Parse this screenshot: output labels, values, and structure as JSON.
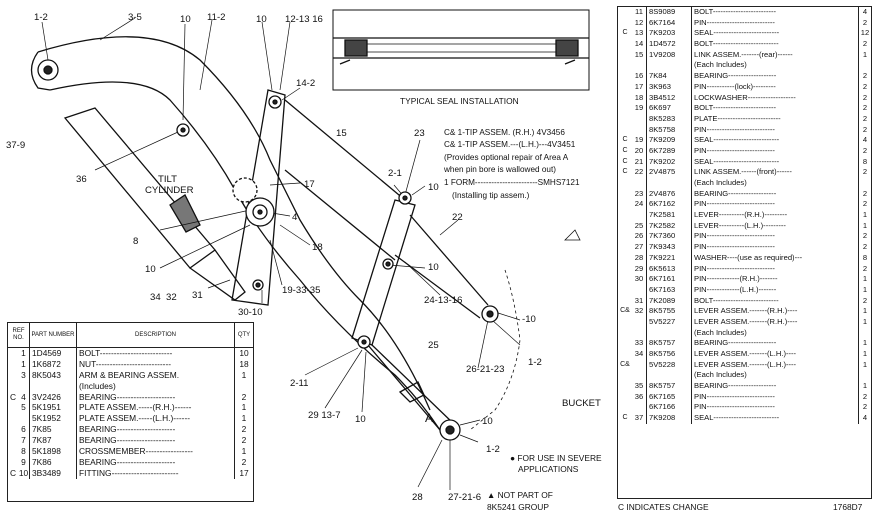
{
  "seal_caption": "TYPICAL SEAL INSTALLATION",
  "side_labels": {
    "tilt_cylinder_1": "TILT",
    "tilt_cylinder_2": "CYLINDER",
    "bucket": "BUCKET",
    "pin_letter": "A"
  },
  "callouts": {
    "c1_2_top": "1-2",
    "c3_5": "3-5",
    "c10_a": "10",
    "c11_2": "11-2",
    "c10_b": "10",
    "c12_13_16": "12-13 16",
    "c14_2": "14-2",
    "c37_9": "37-9",
    "c36": "36",
    "c15": "15",
    "c17": "17",
    "c8": "8",
    "c4": "4",
    "c18": "18",
    "c10_c": "10",
    "c34": "34",
    "c32": "32",
    "c31": "31",
    "c19_33_35": "19-33-35",
    "c30_10": "30-10",
    "c2_1": "2-1",
    "c23": "23",
    "c10_d": "10",
    "c22": "22",
    "c10_e": "10",
    "c24_13_16": "24-13-16",
    "c10_f": "-10",
    "c1_2_mid": "1-2",
    "c26_21_23": "26-21-23",
    "c25": "25",
    "c2_11": "2-11",
    "c29_13_7": "29 13-7",
    "c10_g": "10",
    "c10_h": "10",
    "c1_2_low": "1-2",
    "c28": "28",
    "c27_21_6": "27-21-6"
  },
  "tip_note": {
    "line1": "C& 1-TIP ASSEM.   (R.H.)    4V3456",
    "line2": "C& 1-TIP ASSEM.---(L.H.)---4V3451",
    "line3": "(Provides optional repair of Area A",
    "line4": "when pin bore is wallowed out)",
    "line5": "1 FORM-----------------------SMHS7121",
    "line6": "(Installing tip assem.)"
  },
  "foot_notes": {
    "severe1": "● FOR USE IN SEVERE",
    "severe2": "APPLICATIONS",
    "notpart1": "▲ NOT PART OF",
    "notpart2": "8K5241 GROUP",
    "change": "C INDICATES CHANGE",
    "sheet": "1768D7"
  },
  "left_table": {
    "headers": {
      "no": "REF NO.",
      "part": "PART NUMBER",
      "desc": "DESCRIPTION",
      "qty": "QTY"
    },
    "rows": [
      {
        "flag": "",
        "no": "1",
        "part": "1D4569",
        "desc": "BOLT--------------------------",
        "qty": "10"
      },
      {
        "flag": "",
        "no": "1",
        "part": "1K6872",
        "desc": "NUT---------------------------",
        "qty": "18"
      },
      {
        "flag": "",
        "no": "3",
        "part": "8K5043",
        "desc": "ARM & BEARING ASSEM.",
        "qty": "1"
      },
      {
        "flag": "",
        "no": "",
        "part": "",
        "desc": "(Includes)",
        "qty": ""
      },
      {
        "flag": "C",
        "no": "4",
        "part": "3V2426",
        "desc": "BEARING---------------------",
        "qty": "2"
      },
      {
        "flag": "",
        "no": "5",
        "part": "5K1951",
        "desc": "PLATE ASSEM.-----(R.H.)------",
        "qty": "1"
      },
      {
        "flag": "",
        "no": "",
        "part": "5K1952",
        "desc": "PLATE ASSEM.-----(L.H.)------",
        "qty": "1"
      },
      {
        "flag": "",
        "no": "6",
        "part": "7K85",
        "desc": "BEARING---------------------",
        "qty": "2"
      },
      {
        "flag": "",
        "no": "7",
        "part": "7K87",
        "desc": "BEARING---------------------",
        "qty": "2"
      },
      {
        "flag": "",
        "no": "8",
        "part": "5K1898",
        "desc": "CROSSMEMBER-----------------",
        "qty": "1"
      },
      {
        "flag": "",
        "no": "9",
        "part": "7K86",
        "desc": "BEARING---------------------",
        "qty": "2"
      },
      {
        "flag": "C",
        "no": "10",
        "part": "3B3489",
        "desc": "FITTING------------------------",
        "qty": "17"
      }
    ]
  },
  "right_table": {
    "rows": [
      {
        "flag": "",
        "no": "11",
        "part": "8S9089",
        "desc": "BOLT-------------------------",
        "qty": "4"
      },
      {
        "flag": "",
        "no": "12",
        "part": "6K7164",
        "desc": "PIN---------------------------",
        "qty": "2"
      },
      {
        "flag": "C",
        "no": "13",
        "part": "7K9203",
        "desc": "SEAL--------------------------",
        "qty": "12"
      },
      {
        "flag": "",
        "no": "14",
        "part": "1D4572",
        "desc": "BOLT--------------------------",
        "qty": "2"
      },
      {
        "flag": "",
        "no": "15",
        "part": "1V9208",
        "desc": "LINK ASSEM.-------(rear)------",
        "qty": "1"
      },
      {
        "flag": "",
        "no": "",
        "part": "",
        "desc": "(Each Includes)",
        "qty": ""
      },
      {
        "flag": "",
        "no": "16",
        "part": "7K84",
        "desc": "BEARING-------------------",
        "qty": "2"
      },
      {
        "flag": "",
        "no": "17",
        "part": "3K963",
        "desc": "PIN-----------(lock)---------",
        "qty": "2"
      },
      {
        "flag": "",
        "no": "18",
        "part": "3B4512",
        "desc": "LOCKWASHER-------------------",
        "qty": "2"
      },
      {
        "flag": "",
        "no": "19",
        "part": "6K697",
        "desc": "BOLT-------------------------",
        "qty": "2"
      },
      {
        "flag": "",
        "no": "",
        "part": "8K5283",
        "desc": "PLATE-------------------------",
        "qty": "2"
      },
      {
        "flag": "",
        "no": "",
        "part": "8K5758",
        "desc": "PIN---------------------------",
        "qty": "2"
      },
      {
        "flag": "C",
        "no": "19",
        "part": "7K9209",
        "desc": "SEAL--------------------------",
        "qty": "4"
      },
      {
        "flag": "C",
        "no": "20",
        "part": "6K7289",
        "desc": "PIN---------------------------",
        "qty": "2"
      },
      {
        "flag": "C",
        "no": "21",
        "part": "7K9202",
        "desc": "SEAL--------------------------",
        "qty": "8"
      },
      {
        "flag": "C",
        "no": "22",
        "part": "2V4875",
        "desc": "LINK ASSEM.------(front)------",
        "qty": "2"
      },
      {
        "flag": "",
        "no": "",
        "part": "",
        "desc": "(Each Includes)",
        "qty": ""
      },
      {
        "flag": "",
        "no": "23",
        "part": "2V4876",
        "desc": "BEARING-------------------",
        "qty": "2"
      },
      {
        "flag": "",
        "no": "24",
        "part": "6K7162",
        "desc": "PIN---------------------------",
        "qty": "2"
      },
      {
        "flag": "",
        "no": "",
        "part": "7K2581",
        "desc": "LEVER----------(R.H.)---------",
        "qty": "1"
      },
      {
        "flag": "",
        "no": "25",
        "part": "7K2582",
        "desc": "LEVER----------(L.H.)---------",
        "qty": "1"
      },
      {
        "flag": "",
        "no": "26",
        "part": "7K7360",
        "desc": "PIN---------------------------",
        "qty": "2"
      },
      {
        "flag": "",
        "no": "27",
        "part": "7K9343",
        "desc": "PIN---------------------------",
        "qty": "2"
      },
      {
        "flag": "",
        "no": "28",
        "part": "7K9221",
        "desc": "WASHER----(use as required)---",
        "qty": "8"
      },
      {
        "flag": "",
        "no": "29",
        "part": "6K5613",
        "desc": "PIN---------------------------",
        "qty": "2"
      },
      {
        "flag": "",
        "no": "30",
        "part": "6K7161",
        "desc": "PIN-------------(R.H.)-------",
        "qty": "1"
      },
      {
        "flag": "",
        "no": "",
        "part": "6K7163",
        "desc": "PIN-------------(L.H.)-------",
        "qty": "1"
      },
      {
        "flag": "",
        "no": "31",
        "part": "7K2089",
        "desc": "BOLT--------------------------",
        "qty": "2"
      },
      {
        "flag": "C&",
        "no": "32",
        "part": "8K5755",
        "desc": "LEVER ASSEM.-------(R.H.)----",
        "qty": "1"
      },
      {
        "flag": "",
        "no": "",
        "part": "5V5227",
        "desc": "LEVER ASSEM.-------(R.H.)----",
        "qty": "1"
      },
      {
        "flag": "",
        "no": "",
        "part": "",
        "desc": "(Each Includes)",
        "qty": ""
      },
      {
        "flag": "",
        "no": "33",
        "part": "8K5757",
        "desc": "BEARING-------------------",
        "qty": "1"
      },
      {
        "flag": "",
        "no": "34",
        "part": "8K5756",
        "desc": "LEVER ASSEM.-------(L.H.)----",
        "qty": "1"
      },
      {
        "flag": "C&",
        "no": "",
        "part": "5V5228",
        "desc": "LEVER ASSEM.-------(L.H.)----",
        "qty": "1"
      },
      {
        "flag": "",
        "no": "",
        "part": "",
        "desc": "(Each Includes)",
        "qty": ""
      },
      {
        "flag": "",
        "no": "35",
        "part": "8K5757",
        "desc": "BEARING-------------------",
        "qty": "1"
      },
      {
        "flag": "",
        "no": "36",
        "part": "6K7165",
        "desc": "PIN---------------------------",
        "qty": "2"
      },
      {
        "flag": "",
        "no": "",
        "part": "6K7166",
        "desc": "PIN---------------------------",
        "qty": "2"
      },
      {
        "flag": "C",
        "no": "37",
        "part": "7K9208",
        "desc": "SEAL--------------------------",
        "qty": "4"
      }
    ]
  }
}
